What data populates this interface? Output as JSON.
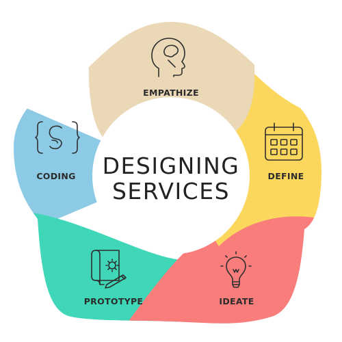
{
  "diagram": {
    "center": {
      "line1": "DESIGNING",
      "line2": "SERVICES"
    },
    "stages": [
      {
        "id": "empathize",
        "label": "EMPATHIZE",
        "color": "#ead8b6",
        "icon": "head-profile-icon"
      },
      {
        "id": "define",
        "label": "DEFINE",
        "color": "#fcd75e",
        "icon": "calendar-icon"
      },
      {
        "id": "ideate",
        "label": "IDEATE",
        "color": "#f97d7b",
        "icon": "lightbulb-icon"
      },
      {
        "id": "prototype",
        "label": "PROTOTYPE",
        "color": "#3fd7b7",
        "icon": "blueprint-gear-icon"
      },
      {
        "id": "coding",
        "label": "CODING",
        "color": "#8ccae6",
        "icon": "code-braces-icon"
      }
    ]
  }
}
